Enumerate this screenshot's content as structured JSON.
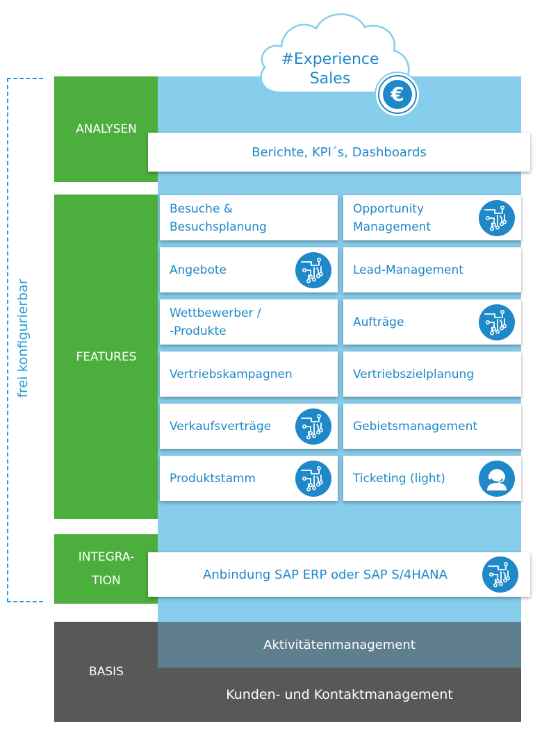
{
  "cloud": {
    "line1": "#Experience",
    "line2": "Sales",
    "symbol": "€"
  },
  "bracket_label": "frei konfigurierbar",
  "categories": {
    "analysen": "ANALYSEN",
    "features": "FEATURES",
    "integration_line1": "INTEGRA-",
    "integration_line2": "TION",
    "basis": "BASIS"
  },
  "analysen_box": "Berichte, KPI´s, Dashboards",
  "features": [
    {
      "line1": "Besuche &",
      "line2": "Besuchsplanung",
      "icon": ""
    },
    {
      "line1": "Opportunity",
      "line2": "Management",
      "icon": "circuit-icon"
    },
    {
      "line1": "Angebote",
      "line2": "",
      "icon": "circuit-icon"
    },
    {
      "line1": "Lead-Management",
      "line2": "",
      "icon": ""
    },
    {
      "line1": "Wettbewerber /",
      "line2": "-Produkte",
      "icon": ""
    },
    {
      "line1": "Aufträge",
      "line2": "",
      "icon": "circuit-icon"
    },
    {
      "line1": "Vertriebskampagnen",
      "line2": "",
      "icon": ""
    },
    {
      "line1": "Vertriebszielplanung",
      "line2": "",
      "icon": ""
    },
    {
      "line1": "Verkaufsverträge",
      "line2": "",
      "icon": "circuit-icon"
    },
    {
      "line1": "Gebietsmanagement",
      "line2": "",
      "icon": ""
    },
    {
      "line1": "Produktstamm",
      "line2": "",
      "icon": "circuit-icon"
    },
    {
      "line1": "Ticketing (light)",
      "line2": "",
      "icon": "support-agent-icon"
    }
  ],
  "integration_box": "Anbindung SAP ERP oder SAP S/4HANA",
  "basis_bars": {
    "activity": "Aktivitätenmanagement",
    "customer": "Kunden- und Kontaktmanagement"
  },
  "colors": {
    "green": "#4caf3d",
    "light_blue": "#87cdec",
    "blue": "#1e88c8",
    "dark_gray": "#585858",
    "slate": "#5f7f8f"
  }
}
